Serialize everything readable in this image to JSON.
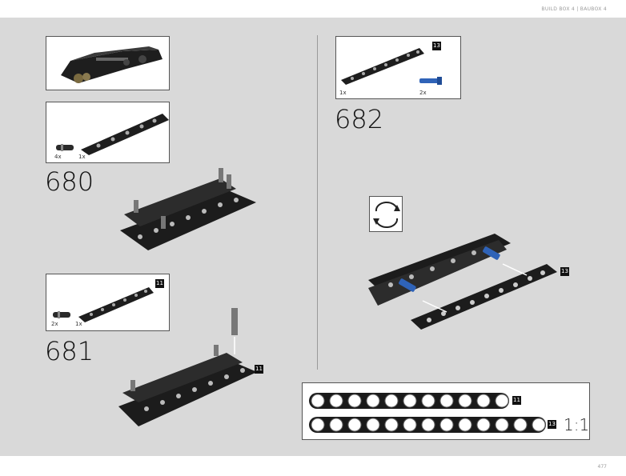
{
  "header": {
    "text": "BUILD BOX 4  |  BAUBOX 4"
  },
  "page_number": "477",
  "steps": {
    "s680": {
      "number": "680",
      "qty_connector": "4x",
      "qty_beam": "1x"
    },
    "s681": {
      "number": "681",
      "qty_connector": "2x",
      "qty_beam": "1x",
      "beam_len": "11",
      "callout_len": "11"
    },
    "s682": {
      "number": "682",
      "qty_beam": "1x",
      "qty_axle": "2x",
      "beam_len": "13",
      "callout_len": "13"
    }
  },
  "ruler": {
    "len_11": "11",
    "len_13": "13",
    "scale": "1:1"
  },
  "icons": {
    "rotate": "rotate-icon"
  }
}
